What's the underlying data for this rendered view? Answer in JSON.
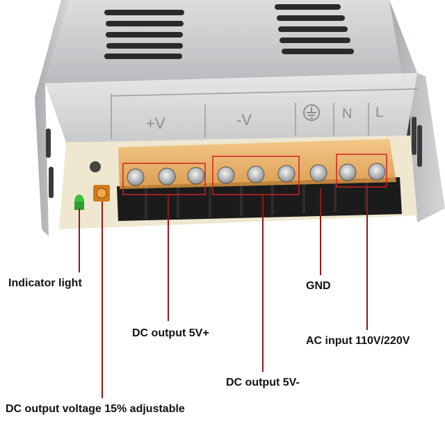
{
  "labels": {
    "indicator_light": "Indicator light",
    "gnd": "GND",
    "dc_output_plus": "DC output 5V+",
    "ac_input": "AC input 110V/220V",
    "dc_output_minus": "DC output 5V-",
    "dc_adjust": "DC output voltage 15% adjustable"
  },
  "device_markings": {
    "plus_v": "+V",
    "minus_v": "-V",
    "neutral": "N",
    "line": "L"
  },
  "colors": {
    "callout_line": "#8b1a1a",
    "highlight_box": "#d02020",
    "terminal_cover": "#e8a050",
    "chassis": "#c4c6c8",
    "indicator_led": "#3fbf3f"
  },
  "icons": {
    "ground_symbol": "earth-ground-icon"
  }
}
